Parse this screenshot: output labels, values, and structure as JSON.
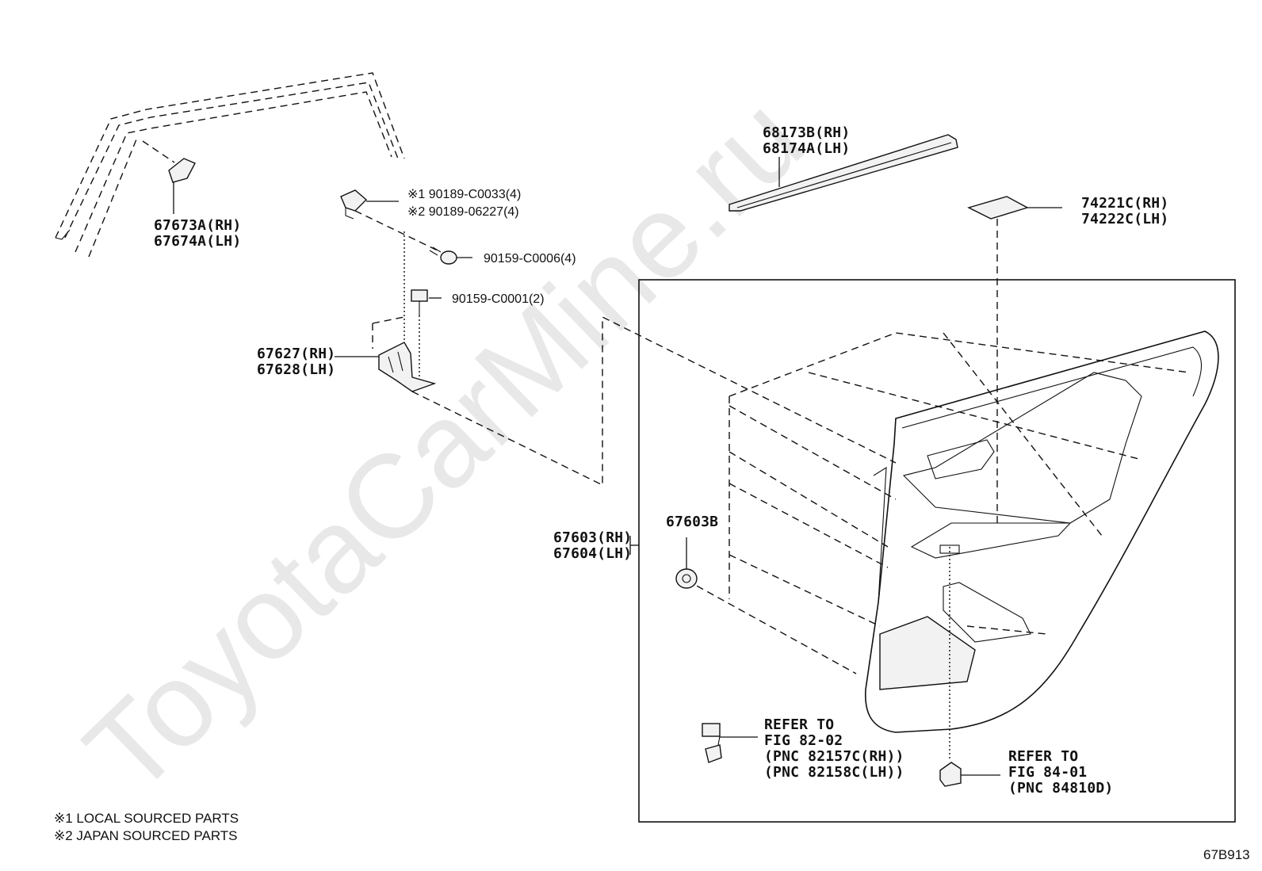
{
  "watermark": "ToyotaCarMine.ru",
  "diagram_id": "67B913",
  "notes": [
    "※1 LOCAL SOURCED PARTS",
    "※2 JAPAN SOURCED PARTS"
  ],
  "labels": {
    "p67673": [
      "67673A(RH)",
      "67674A(LH)"
    ],
    "p90189": [
      "※1 90189-C0033(4)",
      "※2 90189-06227(4)"
    ],
    "p90159a": "90159-C0006(4)",
    "p90159b": "90159-C0001(2)",
    "p67627": [
      "67627(RH)",
      "67628(LH)"
    ],
    "p68173": [
      "68173B(RH)",
      "68174A(LH)"
    ],
    "p74221": [
      "74221C(RH)",
      "74222C(LH)"
    ],
    "p67603b": "67603B",
    "p67603": [
      "67603(RH)",
      "67604(LH)"
    ],
    "ref82": [
      "REFER TO",
      "FIG 82-02",
      "(PNC 82157C(RH))",
      "(PNC 82158C(LH))"
    ],
    "ref84": [
      "REFER TO",
      "FIG 84-01",
      "(PNC 84810D)"
    ]
  }
}
